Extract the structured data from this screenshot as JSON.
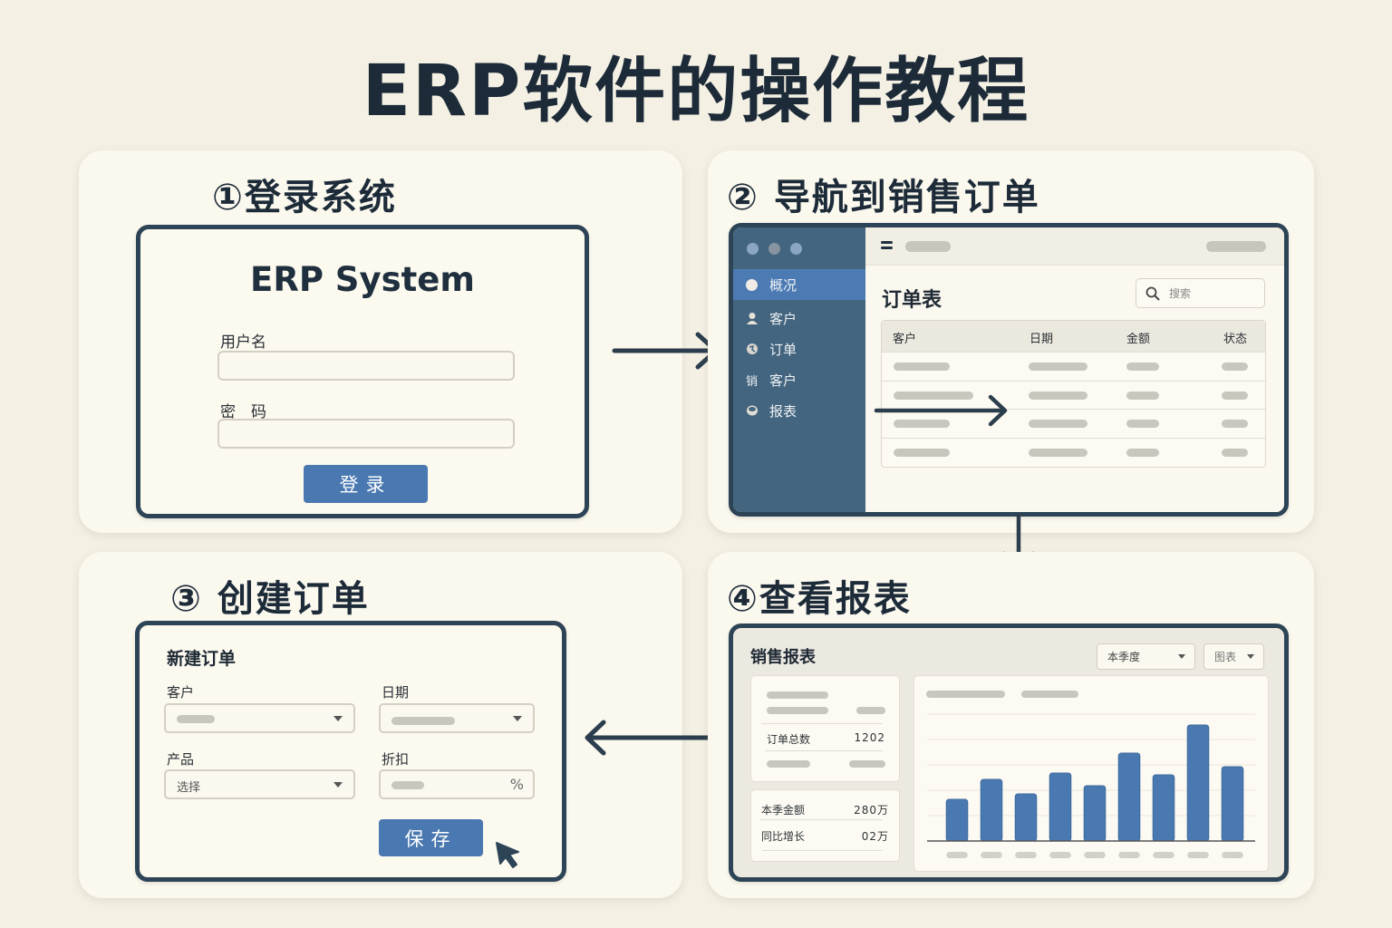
{
  "title": "ERP软件的操作教程",
  "colors": {
    "frame": "#2c4456",
    "accent_blue": "#4a78b0",
    "sidebar": "#44657f",
    "background": "#f4f0e4"
  },
  "steps": [
    {
      "number": "①",
      "title": "登录系统"
    },
    {
      "number": "②",
      "title": "导航到销售订单"
    },
    {
      "number": "③",
      "title": "创建订单"
    },
    {
      "number": "④",
      "title": "查看报表"
    }
  ],
  "login": {
    "title": "ERP System",
    "username_label": "用户名",
    "password_label": "密　码",
    "username_value": "",
    "password_value": "",
    "submit_label": "登录"
  },
  "orders": {
    "sidebar_items": [
      {
        "icon": "circle-icon",
        "label": "概况",
        "active": true
      },
      {
        "icon": "user-icon",
        "label": "客户"
      },
      {
        "icon": "globe-icon",
        "label": "订单"
      },
      {
        "icon": "box-icon",
        "glyph": "销",
        "label": "客户"
      },
      {
        "icon": "report-icon",
        "label": "报表"
      }
    ],
    "page_title": "订单表",
    "search_placeholder": "搜索",
    "columns": [
      "客户",
      "日期",
      "金额",
      "状态"
    ],
    "row_count": 4
  },
  "create_order": {
    "title": "新建订单",
    "customer_label": "客户",
    "date_label": "日期",
    "product_label": "产品",
    "product_value": "选择",
    "discount_label": "折扣",
    "discount_unit": "%",
    "save_label": "保存"
  },
  "report": {
    "title": "销售报表",
    "period_dropdown": "本季度",
    "type_dropdown": "图表",
    "stats": [
      {
        "label": "订单总数",
        "value": "1202"
      },
      {
        "label": "本季金额",
        "value": "280万"
      },
      {
        "label": "同比增长",
        "value": "02万"
      }
    ]
  },
  "chart_data": {
    "type": "bar",
    "title": "",
    "categories": [
      "",
      "",
      "",
      "",
      "",
      "",
      "",
      "",
      ""
    ],
    "values": [
      46,
      68,
      52,
      75,
      61,
      97,
      73,
      128,
      82
    ],
    "ylim": [
      0,
      140
    ],
    "grid": true,
    "xlabel": "",
    "ylabel": ""
  }
}
